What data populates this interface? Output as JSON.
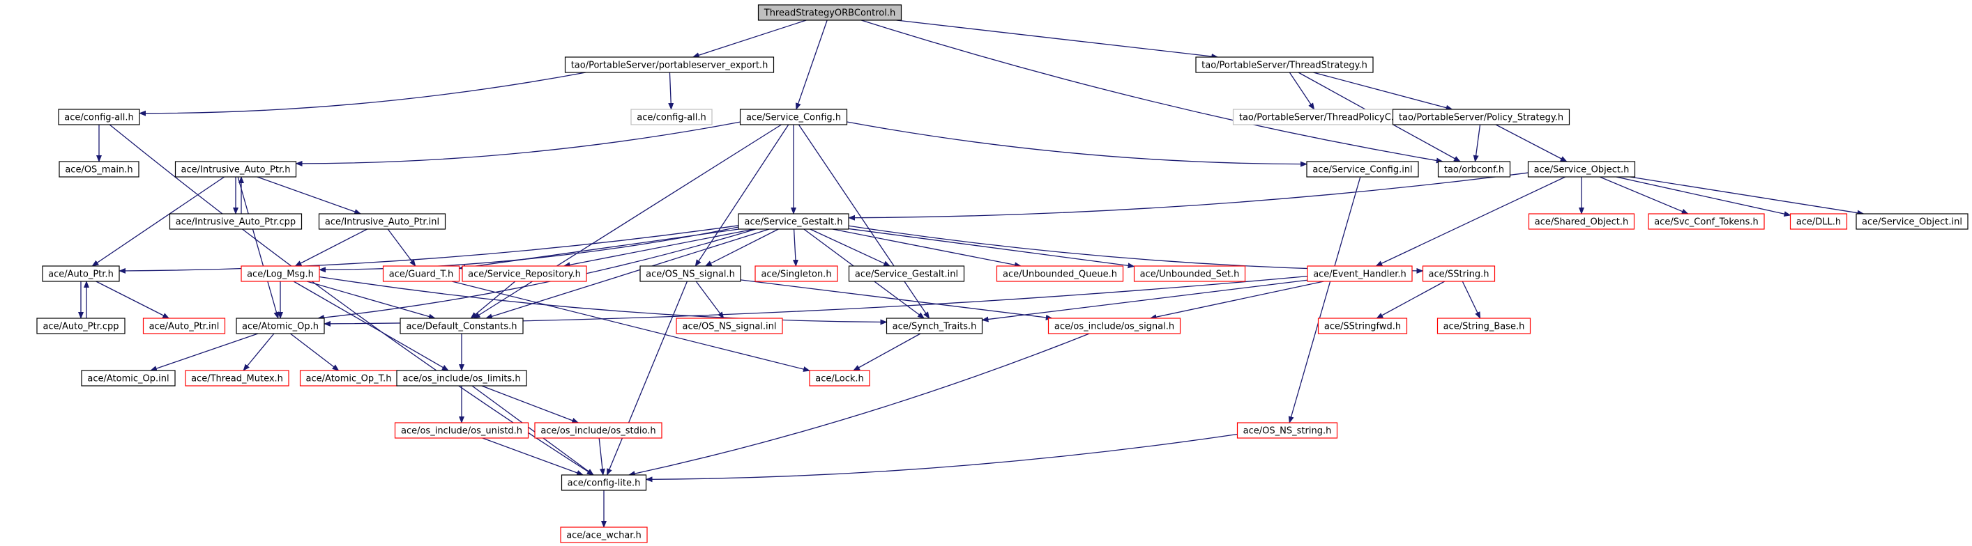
{
  "graph": {
    "colors": {
      "background": "#ffffff",
      "edge": "#191970",
      "root_fill": "#bfbfbf",
      "root_border": "#000000",
      "node_fill": "#ffffff",
      "normal_border": "#000000",
      "missing_border": "#ff0000",
      "external_border": "#bfbfbf"
    },
    "nodes": [
      {
        "id": "root",
        "label": "ThreadStrategyORBControl.h",
        "kind": "root"
      },
      {
        "id": "pse",
        "label": "tao/PortableServer/portableserver_export.h",
        "kind": "normal"
      },
      {
        "id": "ts",
        "label": "tao/PortableServer/ThreadStrategy.h",
        "kind": "normal"
      },
      {
        "id": "cfgall",
        "label": "ace/config-all.h",
        "kind": "normal"
      },
      {
        "id": "cfgall2",
        "label": "ace/config-all.h",
        "kind": "external"
      },
      {
        "id": "svccfg",
        "label": "ace/Service_Config.h",
        "kind": "normal"
      },
      {
        "id": "tpc",
        "label": "tao/PortableServer/ThreadPolicyC.h",
        "kind": "external"
      },
      {
        "id": "polstrat",
        "label": "tao/PortableServer/Policy_Strategy.h",
        "kind": "normal"
      },
      {
        "id": "osmain",
        "label": "ace/OS_main.h",
        "kind": "normal"
      },
      {
        "id": "iap",
        "label": "ace/Intrusive_Auto_Ptr.h",
        "kind": "normal"
      },
      {
        "id": "svccfginl",
        "label": "ace/Service_Config.inl",
        "kind": "normal"
      },
      {
        "id": "orbconf",
        "label": "tao/orbconf.h",
        "kind": "normal"
      },
      {
        "id": "svcobj",
        "label": "ace/Service_Object.h",
        "kind": "normal"
      },
      {
        "id": "iapcpp",
        "label": "ace/Intrusive_Auto_Ptr.cpp",
        "kind": "normal"
      },
      {
        "id": "iapinl",
        "label": "ace/Intrusive_Auto_Ptr.inl",
        "kind": "normal"
      },
      {
        "id": "svcgest",
        "label": "ace/Service_Gestalt.h",
        "kind": "normal"
      },
      {
        "id": "sharedobj",
        "label": "ace/Shared_Object.h",
        "kind": "missing"
      },
      {
        "id": "svcconf",
        "label": "ace/Svc_Conf_Tokens.h",
        "kind": "missing"
      },
      {
        "id": "dll",
        "label": "ace/DLL.h",
        "kind": "missing"
      },
      {
        "id": "svcobjinl",
        "label": "ace/Service_Object.inl",
        "kind": "normal"
      },
      {
        "id": "autoptr",
        "label": "ace/Auto_Ptr.h",
        "kind": "normal"
      },
      {
        "id": "logmsg",
        "label": "ace/Log_Msg.h",
        "kind": "missing"
      },
      {
        "id": "guard",
        "label": "ace/Guard_T.h",
        "kind": "missing"
      },
      {
        "id": "svcrepo",
        "label": "ace/Service_Repository.h",
        "kind": "missing"
      },
      {
        "id": "osnssig",
        "label": "ace/OS_NS_signal.h",
        "kind": "normal"
      },
      {
        "id": "singleton",
        "label": "ace/Singleton.h",
        "kind": "missing"
      },
      {
        "id": "svcgestinl",
        "label": "ace/Service_Gestalt.inl",
        "kind": "normal"
      },
      {
        "id": "ubq",
        "label": "ace/Unbounded_Queue.h",
        "kind": "missing"
      },
      {
        "id": "ubs",
        "label": "ace/Unbounded_Set.h",
        "kind": "missing"
      },
      {
        "id": "evh",
        "label": "ace/Event_Handler.h",
        "kind": "missing"
      },
      {
        "id": "sstring",
        "label": "ace/SString.h",
        "kind": "missing"
      },
      {
        "id": "autoptrcpp",
        "label": "ace/Auto_Ptr.cpp",
        "kind": "normal"
      },
      {
        "id": "autoptrinl",
        "label": "ace/Auto_Ptr.inl",
        "kind": "missing"
      },
      {
        "id": "atomic",
        "label": "ace/Atomic_Op.h",
        "kind": "normal"
      },
      {
        "id": "defconst",
        "label": "ace/Default_Constants.h",
        "kind": "normal"
      },
      {
        "id": "osnssiginl",
        "label": "ace/OS_NS_signal.inl",
        "kind": "missing"
      },
      {
        "id": "synch",
        "label": "ace/Synch_Traits.h",
        "kind": "normal"
      },
      {
        "id": "ossignal",
        "label": "ace/os_include/os_signal.h",
        "kind": "missing"
      },
      {
        "id": "sstringfwd",
        "label": "ace/SStringfwd.h",
        "kind": "missing"
      },
      {
        "id": "strbase",
        "label": "ace/String_Base.h",
        "kind": "missing"
      },
      {
        "id": "atomicinl",
        "label": "ace/Atomic_Op.inl",
        "kind": "normal"
      },
      {
        "id": "thrmutex",
        "label": "ace/Thread_Mutex.h",
        "kind": "missing"
      },
      {
        "id": "atomict",
        "label": "ace/Atomic_Op_T.h",
        "kind": "missing"
      },
      {
        "id": "oslimits",
        "label": "ace/os_include/os_limits.h",
        "kind": "normal"
      },
      {
        "id": "lock",
        "label": "ace/Lock.h",
        "kind": "missing"
      },
      {
        "id": "osunistd",
        "label": "ace/os_include/os_unistd.h",
        "kind": "missing"
      },
      {
        "id": "osstdio",
        "label": "ace/os_include/os_stdio.h",
        "kind": "missing"
      },
      {
        "id": "osnsstring",
        "label": "ace/OS_NS_string.h",
        "kind": "missing"
      },
      {
        "id": "cfglite",
        "label": "ace/config-lite.h",
        "kind": "normal"
      },
      {
        "id": "acewchar",
        "label": "ace/ace_wchar.h",
        "kind": "missing"
      }
    ],
    "edges": [
      [
        "root",
        "pse"
      ],
      [
        "root",
        "svccfg"
      ],
      [
        "root",
        "ts"
      ],
      [
        "root",
        "orbconf"
      ],
      [
        "pse",
        "cfgall"
      ],
      [
        "pse",
        "cfgall2"
      ],
      [
        "ts",
        "tpc"
      ],
      [
        "ts",
        "polstrat"
      ],
      [
        "ts",
        "orbconf"
      ],
      [
        "polstrat",
        "orbconf"
      ],
      [
        "polstrat",
        "svcobj"
      ],
      [
        "cfgall",
        "osmain"
      ],
      [
        "cfgall",
        "cfglite"
      ],
      [
        "svccfg",
        "iap"
      ],
      [
        "svccfg",
        "svccfginl"
      ],
      [
        "svccfg",
        "svcgest"
      ],
      [
        "svccfg",
        "osnssig"
      ],
      [
        "svccfg",
        "defconst"
      ],
      [
        "svccfg",
        "synch"
      ],
      [
        "svccfginl",
        "osnsstring"
      ],
      [
        "iap",
        "iapcpp"
      ],
      [
        "iap",
        "iapinl"
      ],
      [
        "iap",
        "autoptr"
      ],
      [
        "iap",
        "atomic"
      ],
      [
        "iapcpp",
        "iap"
      ],
      [
        "iapinl",
        "logmsg"
      ],
      [
        "iapinl",
        "guard"
      ],
      [
        "svcobj",
        "svcgest"
      ],
      [
        "svcobj",
        "sharedobj"
      ],
      [
        "svcobj",
        "svcconf"
      ],
      [
        "svcobj",
        "dll"
      ],
      [
        "svcobj",
        "svcobjinl"
      ],
      [
        "svcobj",
        "evh"
      ],
      [
        "svcgest",
        "autoptr"
      ],
      [
        "svcgest",
        "atomic"
      ],
      [
        "svcgest",
        "logmsg"
      ],
      [
        "svcgest",
        "guard"
      ],
      [
        "svcgest",
        "svcrepo"
      ],
      [
        "svcgest",
        "osnssig"
      ],
      [
        "svcgest",
        "singleton"
      ],
      [
        "svcgest",
        "svcgestinl"
      ],
      [
        "svcgest",
        "ubq"
      ],
      [
        "svcgest",
        "ubs"
      ],
      [
        "svcgest",
        "sstring"
      ],
      [
        "svcgest",
        "synch"
      ],
      [
        "svcgest",
        "defconst"
      ],
      [
        "autoptr",
        "autoptrcpp"
      ],
      [
        "autoptr",
        "autoptrinl"
      ],
      [
        "autoptrcpp",
        "autoptr"
      ],
      [
        "logmsg",
        "atomic"
      ],
      [
        "logmsg",
        "defconst"
      ],
      [
        "logmsg",
        "oslimits"
      ],
      [
        "logmsg",
        "synch"
      ],
      [
        "guard",
        "lock"
      ],
      [
        "svcrepo",
        "defconst"
      ],
      [
        "osnssig",
        "osnssiginl"
      ],
      [
        "osnssig",
        "ossignal"
      ],
      [
        "osnssig",
        "cfglite"
      ],
      [
        "evh",
        "atomic"
      ],
      [
        "evh",
        "synch"
      ],
      [
        "evh",
        "ossignal"
      ],
      [
        "sstring",
        "sstringfwd"
      ],
      [
        "sstring",
        "strbase"
      ],
      [
        "atomic",
        "atomicinl"
      ],
      [
        "atomic",
        "thrmutex"
      ],
      [
        "atomic",
        "atomict"
      ],
      [
        "defconst",
        "oslimits"
      ],
      [
        "synch",
        "lock"
      ],
      [
        "ossignal",
        "cfglite"
      ],
      [
        "oslimits",
        "osunistd"
      ],
      [
        "oslimits",
        "osstdio"
      ],
      [
        "oslimits",
        "cfglite"
      ],
      [
        "osunistd",
        "cfglite"
      ],
      [
        "osstdio",
        "cfglite"
      ],
      [
        "osnsstring",
        "cfglite"
      ],
      [
        "cfglite",
        "acewchar"
      ]
    ]
  }
}
